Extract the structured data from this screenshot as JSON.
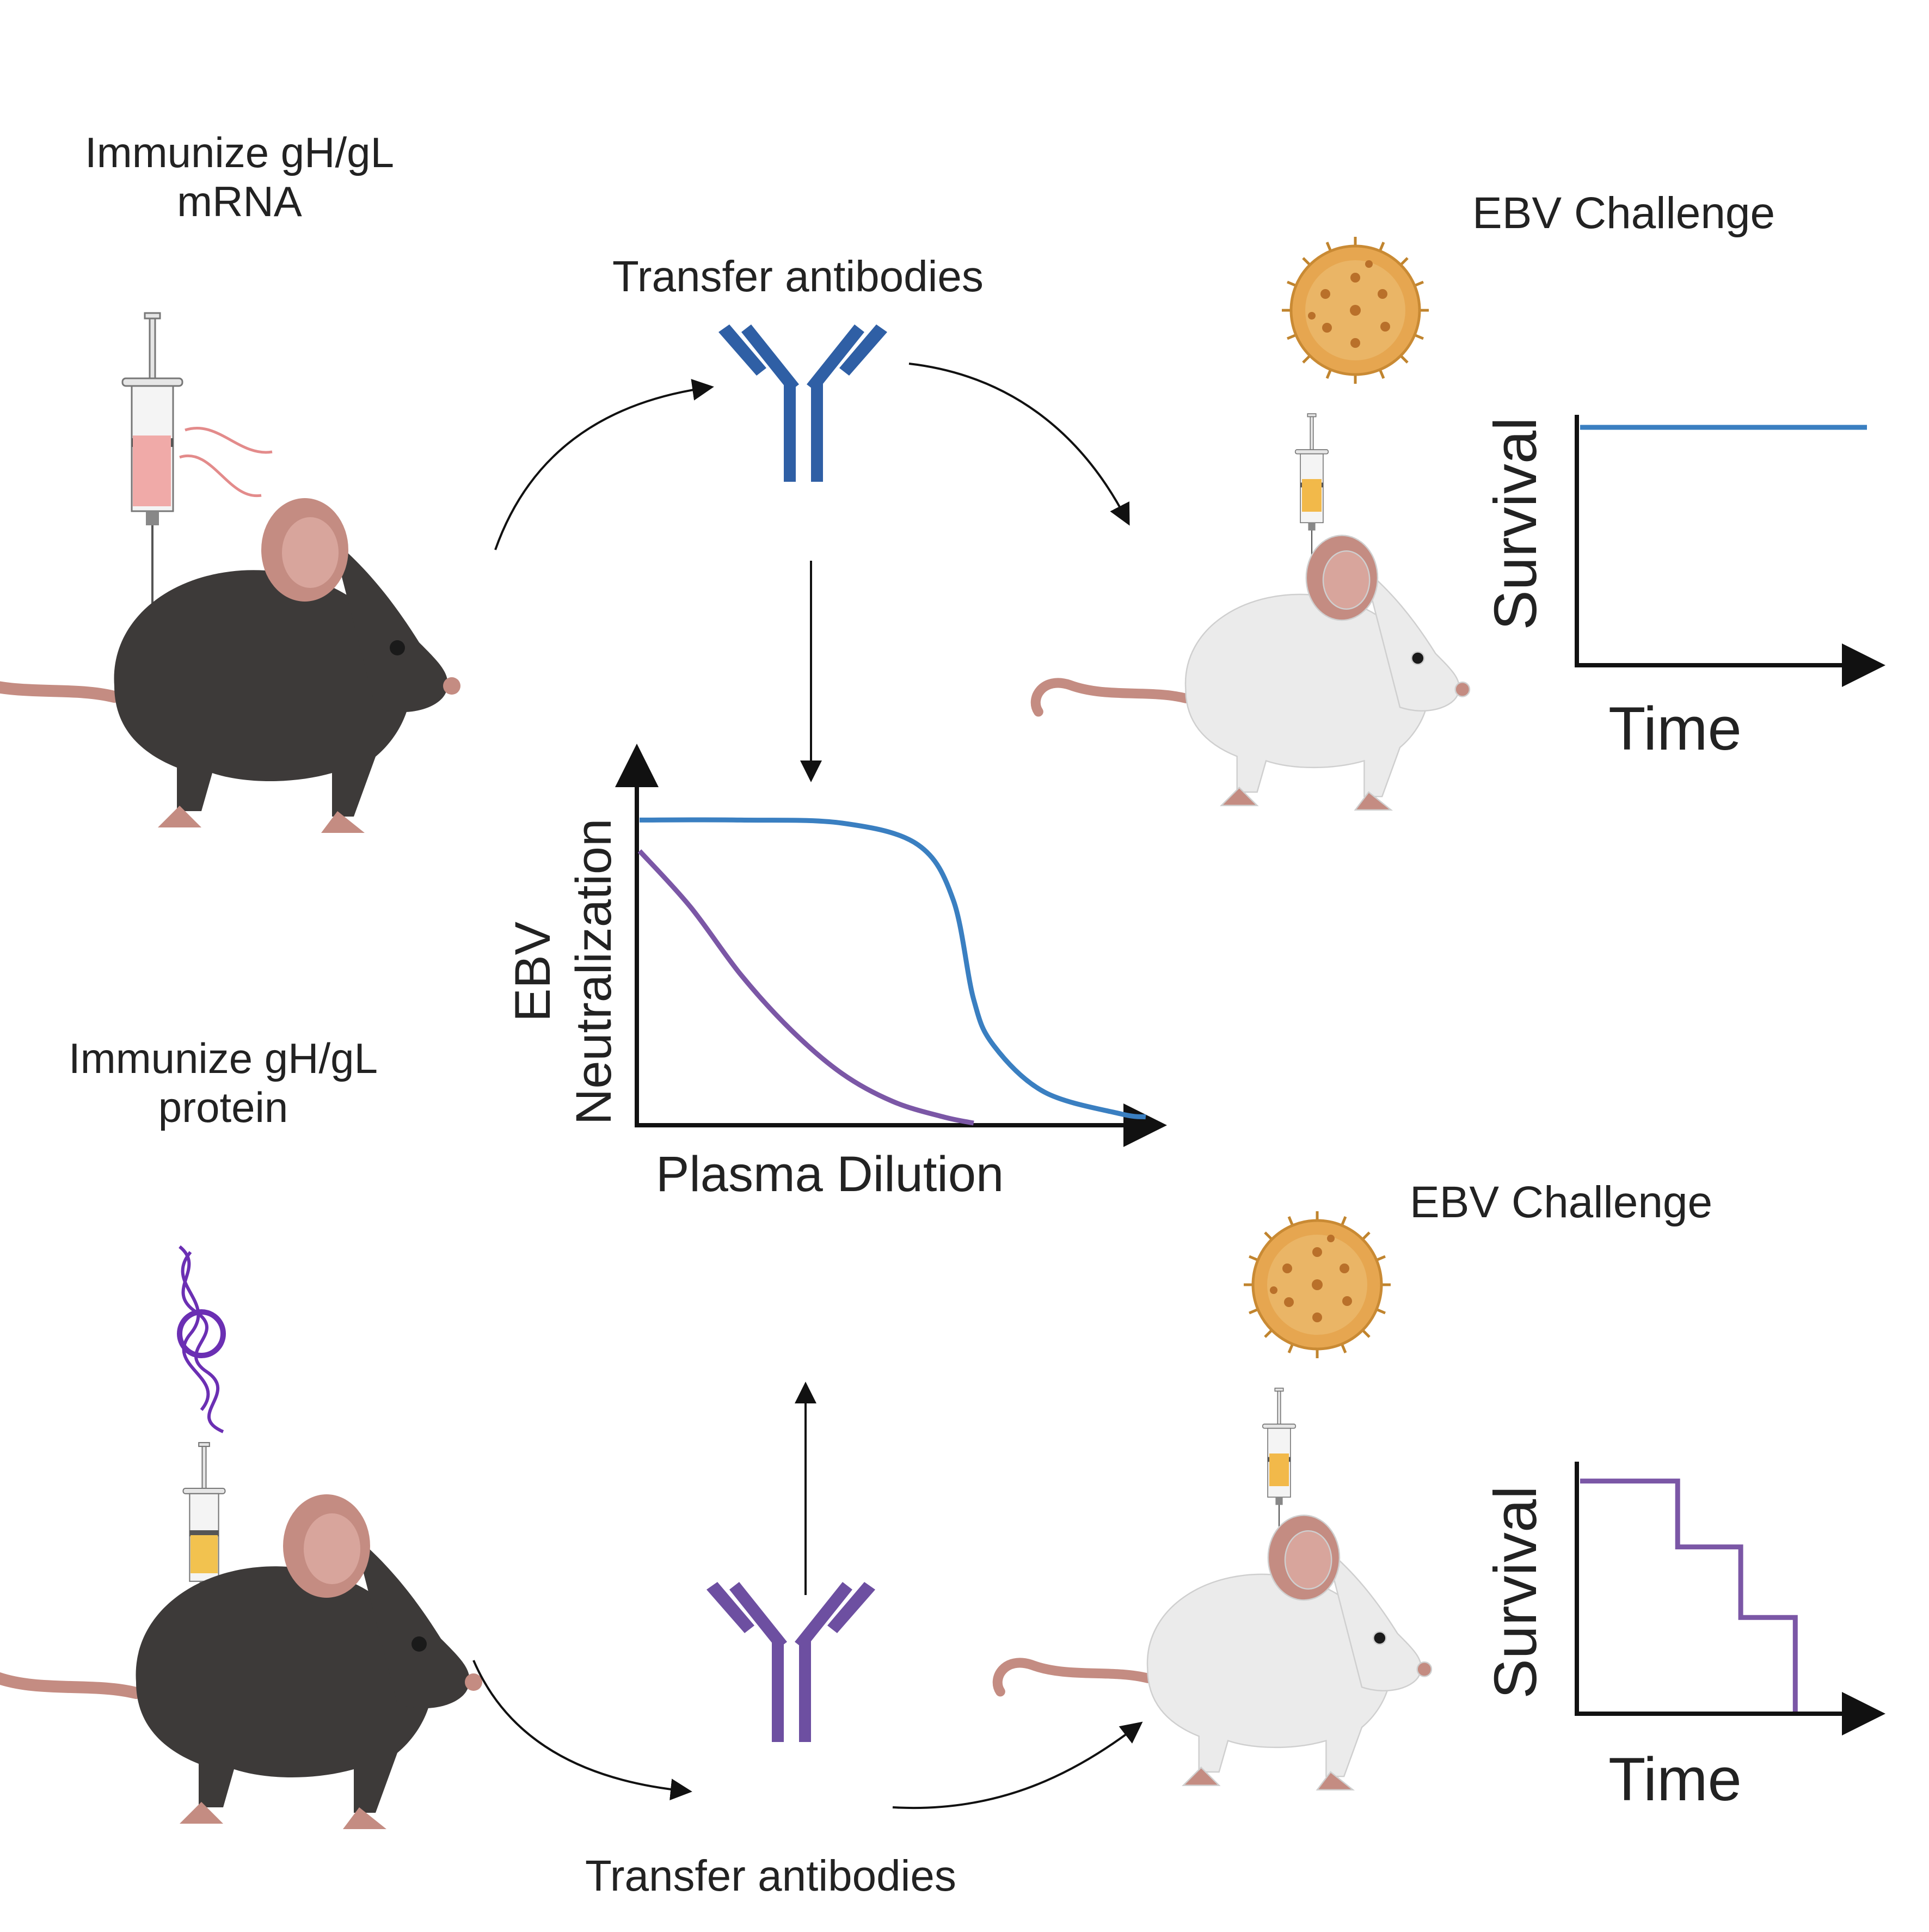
{
  "labels": {
    "immunize_mrna": [
      "Immunize gH/gL",
      "mRNA"
    ],
    "immunize_protein": [
      "Immunize gH/gL",
      "protein"
    ],
    "transfer_top": "Transfer antibodies",
    "transfer_bottom": "Transfer antibodies",
    "challenge_top": "EBV Challenge",
    "challenge_bottom": "EBV Challenge"
  },
  "neutralization_plot": {
    "ylabel": [
      "EBV",
      "Neutralization"
    ],
    "xlabel": "Plasma Dilution"
  },
  "survival_top": {
    "ylabel": "Survival",
    "xlabel": "Time"
  },
  "survival_bottom": {
    "ylabel": "Survival",
    "xlabel": "Time"
  },
  "colors": {
    "mrna_series": "#3a7fc1",
    "protein_series": "#7b57a6",
    "antibody_blue": "#2f5fa5",
    "antibody_purple": "#6d4fa1",
    "black_mouse": "#3d3a39",
    "white_mouse": "#ebebeb",
    "mouse_pink": "#c48c82",
    "virus": "#e3a54d",
    "arrow": "#111111"
  },
  "icons": [
    "syringe-icon",
    "mrna-strand-icon",
    "protein-structure-icon",
    "black-mouse-icon",
    "white-mouse-icon",
    "antibody-icon",
    "virus-icon"
  ],
  "chart_data": [
    {
      "type": "line",
      "ylabel": "EBV Neutralization",
      "xlabel": "Plasma Dilution",
      "grid": false,
      "series": [
        {
          "x": [
            0,
            0.2,
            0.4,
            0.55,
            0.62,
            0.66,
            0.7,
            0.8,
            0.95,
            1.0
          ],
          "values": [
            0.98,
            0.98,
            0.97,
            0.9,
            0.72,
            0.4,
            0.25,
            0.1,
            0.03,
            0.02
          ]
        },
        {
          "x": [
            0,
            0.1,
            0.2,
            0.3,
            0.4,
            0.5,
            0.6,
            0.66
          ],
          "values": [
            0.88,
            0.7,
            0.48,
            0.3,
            0.16,
            0.07,
            0.02,
            0.0
          ]
        }
      ]
    },
    {
      "type": "line",
      "ylabel": "Survival",
      "xlabel": "Time",
      "grid": false,
      "series": [
        {
          "x": [
            0,
            1
          ],
          "values": [
            1,
            1
          ]
        }
      ]
    },
    {
      "type": "line",
      "ylabel": "Survival",
      "xlabel": "Time",
      "grid": false,
      "series": [
        {
          "x": [
            0,
            0.34,
            0.34,
            0.56,
            0.56,
            0.75,
            0.75
          ],
          "values": [
            0.98,
            0.98,
            0.7,
            0.7,
            0.4,
            0.4,
            0.0
          ]
        }
      ]
    }
  ]
}
